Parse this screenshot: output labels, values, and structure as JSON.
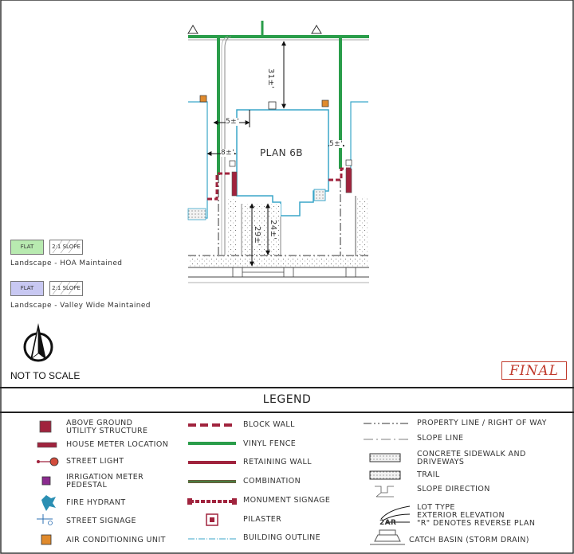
{
  "plan": {
    "name": "PLAN 6B",
    "dim_top": "31±'",
    "dim_left_inner": "5±'",
    "dim_left_outer": "8±'",
    "dim_right": "5±'",
    "dim_drive_1": "29±'",
    "dim_drive_2": "24±'"
  },
  "key": {
    "flat_label": "FLAT",
    "slope_label": "2:1 SLOPE",
    "hoa_caption": "Landscape - HOA Maintained",
    "valley_caption": "Landscape - Valley Wide Maintained",
    "hoa_color": "#b8eab0",
    "valley_color": "#c8c8f2"
  },
  "not_to_scale": "NOT TO SCALE",
  "stamp": "FINAL",
  "legend": {
    "title": "LEGEND",
    "col1": [
      {
        "label": "ABOVE GROUND UTILITY STRUCTURE",
        "icon": "utility-structure-icon"
      },
      {
        "label": "HOUSE METER LOCATION",
        "icon": "house-meter-icon"
      },
      {
        "label": "STREET LIGHT",
        "icon": "street-light-icon"
      },
      {
        "label": "IRRIGATION METER PEDESTAL",
        "icon": "irrigation-meter-icon"
      },
      {
        "label": "FIRE HYDRANT",
        "icon": "fire-hydrant-icon"
      },
      {
        "label": "STREET SIGNAGE",
        "icon": "street-signage-icon"
      },
      {
        "label": "AIR CONDITIONING UNIT",
        "icon": "ac-unit-icon"
      }
    ],
    "col2": [
      {
        "label": "BLOCK WALL",
        "icon": "block-wall-icon"
      },
      {
        "label": "VINYL FENCE",
        "icon": "vinyl-fence-icon"
      },
      {
        "label": "RETAINING WALL",
        "icon": "retaining-wall-icon"
      },
      {
        "label": "COMBINATION",
        "icon": "combination-icon"
      },
      {
        "label": "MONUMENT SIGNAGE",
        "icon": "monument-signage-icon"
      },
      {
        "label": "PILASTER",
        "icon": "pilaster-icon"
      },
      {
        "label": "BUILDING OUTLINE",
        "icon": "building-outline-icon"
      }
    ],
    "col3": [
      {
        "label": "PROPERTY LINE / RIGHT OF WAY",
        "icon": "property-line-icon"
      },
      {
        "label": "SLOPE LINE",
        "icon": "slope-line-icon"
      },
      {
        "label": "CONCRETE SIDEWALK AND DRIVEWAYS",
        "icon": "concrete-sidewalk-icon"
      },
      {
        "label": "TRAIL",
        "icon": "trail-icon"
      },
      {
        "label": "SLOPE DIRECTION",
        "icon": "slope-direction-icon"
      },
      {
        "label": "LOT TYPE",
        "icon": "lot-type-icon"
      },
      {
        "label": "EXTERIOR ELEVATION",
        "icon": "exterior-elevation-icon"
      },
      {
        "label": "\"R\" DENOTES REVERSE PLAN",
        "icon": "reverse-plan-icon"
      },
      {
        "label": "2AR",
        "icon": "lot-tag-icon"
      },
      {
        "label": "CATCH BASIN (STORM DRAIN)",
        "icon": "catch-basin-icon"
      }
    ]
  },
  "colors": {
    "fence_green": "#2a9d4a",
    "wall_red": "#a0233d",
    "building_blue": "#3aa6c9",
    "stamp_red": "#c0392b"
  }
}
